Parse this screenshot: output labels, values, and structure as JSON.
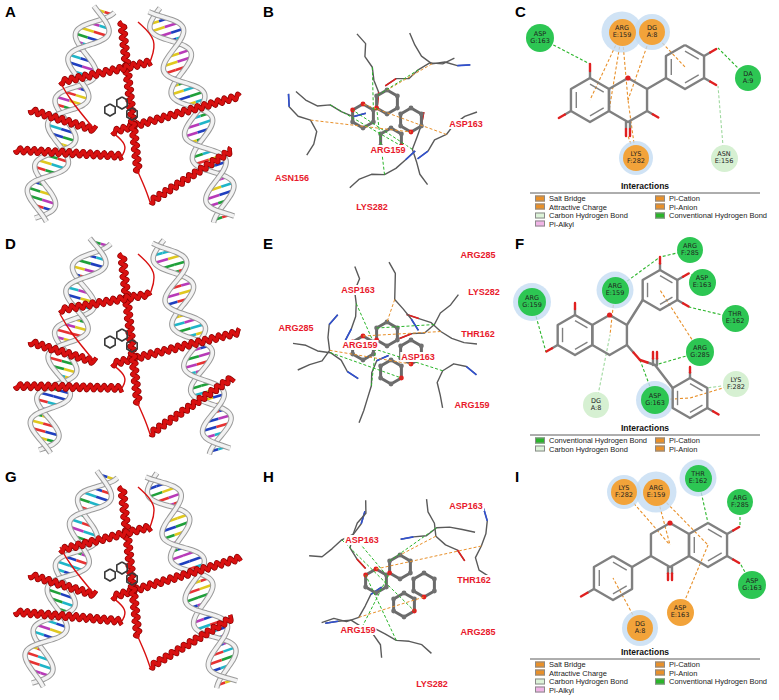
{
  "diagram": {
    "nodes": [
      {
        "text": [
          "ASP G:163"
        ]
      },
      {
        "text": [
          "ARG E:159"
        ]
      },
      {
        "text": [
          "DG A:8"
        ]
      },
      {
        "text": [
          "DA A:9"
        ]
      },
      {
        "text": [
          "LYS F:282"
        ]
      },
      {
        "text": [
          "ASN E:156"
        ]
      },
      {
        "text": [
          "ARG F:285"
        ]
      },
      {
        "text": [
          "ARG G:159"
        ]
      },
      {
        "text": [
          "ARG E:159"
        ]
      },
      {
        "text": [
          "ASP E:163"
        ]
      },
      {
        "text": [
          "THR E:162"
        ]
      },
      {
        "text": [
          "ARG G:285"
        ]
      },
      {
        "text": [
          "LYS F:282"
        ]
      },
      {
        "text": [
          "DG A:8"
        ]
      },
      {
        "text": [
          "ASP G:163"
        ]
      },
      {
        "text": [
          "LYS F:282"
        ]
      },
      {
        "text": [
          "ARG E:159"
        ]
      },
      {
        "text": [
          "THR E:162"
        ]
      },
      {
        "text": [
          "ARG F:285"
        ]
      },
      {
        "text": [
          "ASP G:163"
        ]
      },
      {
        "text": [
          "ASP E:163"
        ]
      },
      {
        "text": [
          "DG A:8"
        ]
      }
    ],
    "labels": [
      "A",
      "B",
      "ASN156",
      "ARG159",
      "ASP163",
      "LYS282",
      "C",
      "Interactions",
      "D",
      "E",
      "ARG285",
      "ASP163",
      "LYS282",
      "THR162",
      "ARG285",
      "ARG159",
      "ASP163",
      "ARG159",
      "F",
      "Interactions",
      "G",
      "H",
      "ASP163",
      "ASP163",
      "THR162",
      "ARG285",
      "ARG159",
      "LYS282",
      "I",
      "Interactions"
    ],
    "legend": [
      {
        "text": "Salt Bridge",
        "color": "#e8902a"
      },
      {
        "text": "Pi-Cation",
        "color": "#e8902a"
      },
      {
        "text": "Attractive Charge",
        "color": "#e8902a"
      },
      {
        "text": "Pi-Anion",
        "color": "#e8902a"
      },
      {
        "text": "Carbon Hydrogen Bond",
        "color": "#dcf3d8"
      },
      {
        "text": "Conventional Hydrogen Bond",
        "color": "#2ab52a"
      },
      {
        "text": "Pi-Alkyl",
        "color": "#f0b4e6"
      },
      {
        "text": "Conventional Hydrogen Bond",
        "color": "#2ab52a"
      },
      {
        "text": "Pi-Cation",
        "color": "#e8902a"
      },
      {
        "text": "Carbon Hydrogen Bond",
        "color": "#dcf3d8"
      },
      {
        "text": "Pi-Anion",
        "color": "#e8902a"
      },
      {
        "text": "Salt Bridge",
        "color": "#e8902a"
      },
      {
        "text": "Pi-Cation",
        "color": "#e8902a"
      },
      {
        "text": "Attractive Charge",
        "color": "#e8902a"
      },
      {
        "text": "Pi-Anion",
        "color": "#e8902a"
      },
      {
        "text": "Carbon Hydrogen Bond",
        "color": "#dcf3d8"
      },
      {
        "text": "Conventional Hydrogen Bond",
        "color": "#2ab52a"
      },
      {
        "text": "Pi-Alkyl",
        "color": "#f0b4e6"
      }
    ]
  }
}
